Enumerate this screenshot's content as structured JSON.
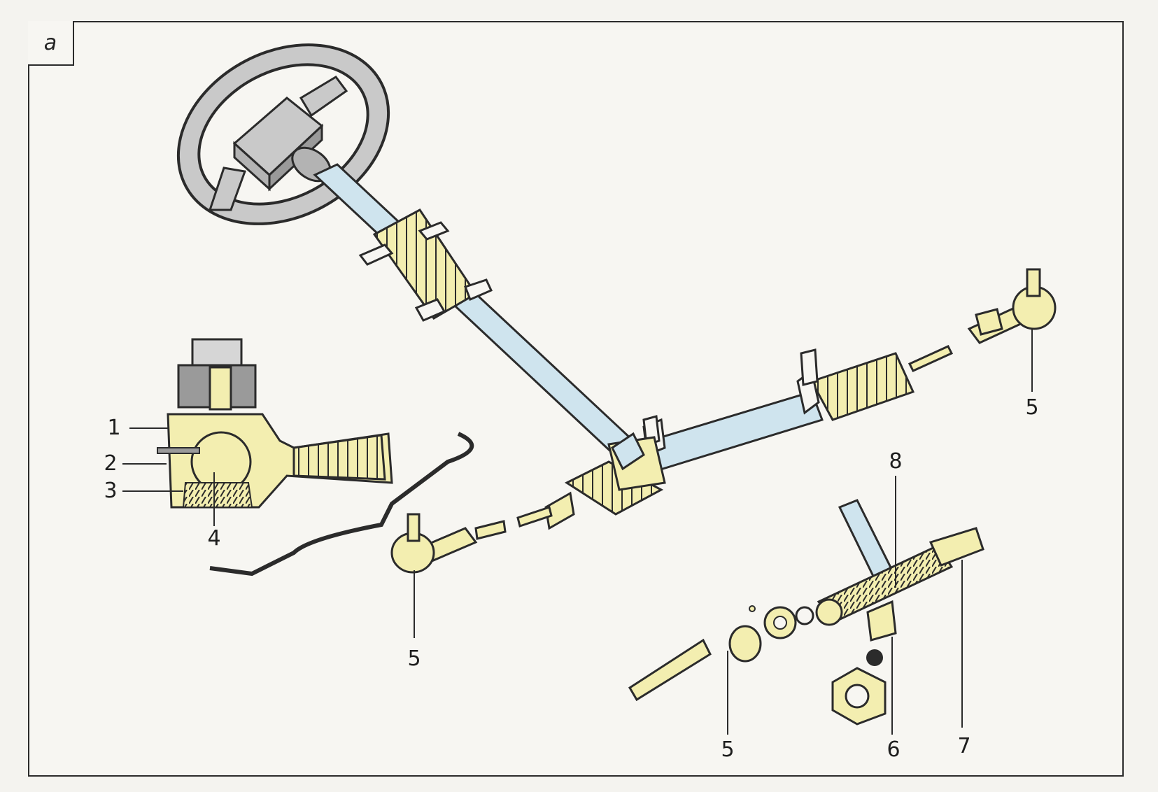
{
  "panel_tag": "а",
  "callouts": {
    "c1": "1",
    "c2": "2",
    "c3": "3",
    "c4": "4",
    "c5_right": "5",
    "c5_left": "5",
    "c5_bottom": "5",
    "c6": "6",
    "c7": "7",
    "c8": "8"
  },
  "colors": {
    "line": "#2b2b2b",
    "shaft_blue": "#cfe4ee",
    "yellow": "#f3eeb0",
    "grey": "#c9c9c9",
    "dark": "#444444"
  }
}
